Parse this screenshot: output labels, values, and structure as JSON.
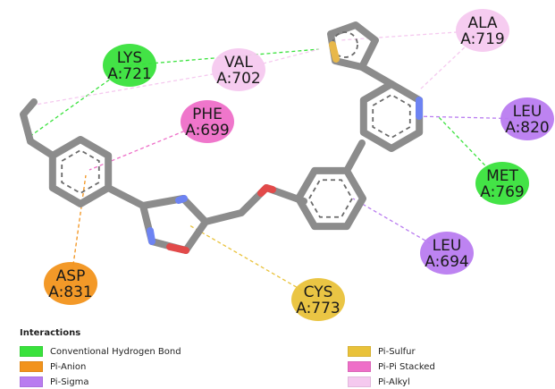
{
  "colors": {
    "conventional_hbond": "#39e23c",
    "pi_anion": "#f2931c",
    "pi_sigma": "#b97cf0",
    "pi_sulfur": "#e9c23a",
    "pi_pi_stacked": "#ee6fc8",
    "pi_alkyl": "#f5c9ef",
    "bond": "#8c8c8c",
    "nitrogen": "#6d83f2",
    "oxygen": "#e24a4a",
    "sulfur": "#e8b84a"
  },
  "residues": [
    {
      "id": "lys721",
      "line1": "LYS",
      "line2": "A:721",
      "type": "conventional_hbond"
    },
    {
      "id": "val702",
      "line1": "VAL",
      "line2": "A:702",
      "type": "pi_alkyl"
    },
    {
      "id": "phe699",
      "line1": "PHE",
      "line2": "A:699",
      "type": "pi_pi_stacked"
    },
    {
      "id": "ala719",
      "line1": "ALA",
      "line2": "A:719",
      "type": "pi_alkyl"
    },
    {
      "id": "leu820",
      "line1": "LEU",
      "line2": "A:820",
      "type": "pi_sigma"
    },
    {
      "id": "met769",
      "line1": "MET",
      "line2": "A:769",
      "type": "conventional_hbond"
    },
    {
      "id": "leu694",
      "line1": "LEU",
      "line2": "A:694",
      "type": "pi_sigma"
    },
    {
      "id": "asp831",
      "line1": "ASP",
      "line2": "A:831",
      "type": "pi_anion"
    },
    {
      "id": "cys773",
      "line1": "CYS",
      "line2": "A:773",
      "type": "pi_sulfur"
    }
  ],
  "legend": {
    "title": "Interactions",
    "items": [
      {
        "key": "conventional_hbond",
        "label": "Conventional Hydrogen Bond"
      },
      {
        "key": "pi_anion",
        "label": "Pi-Anion"
      },
      {
        "key": "pi_sigma",
        "label": "Pi-Sigma"
      },
      {
        "key": "pi_sulfur",
        "label": "Pi-Sulfur"
      },
      {
        "key": "pi_pi_stacked",
        "label": "Pi-Pi Stacked"
      },
      {
        "key": "pi_alkyl",
        "label": "Pi-Alkyl"
      }
    ]
  }
}
